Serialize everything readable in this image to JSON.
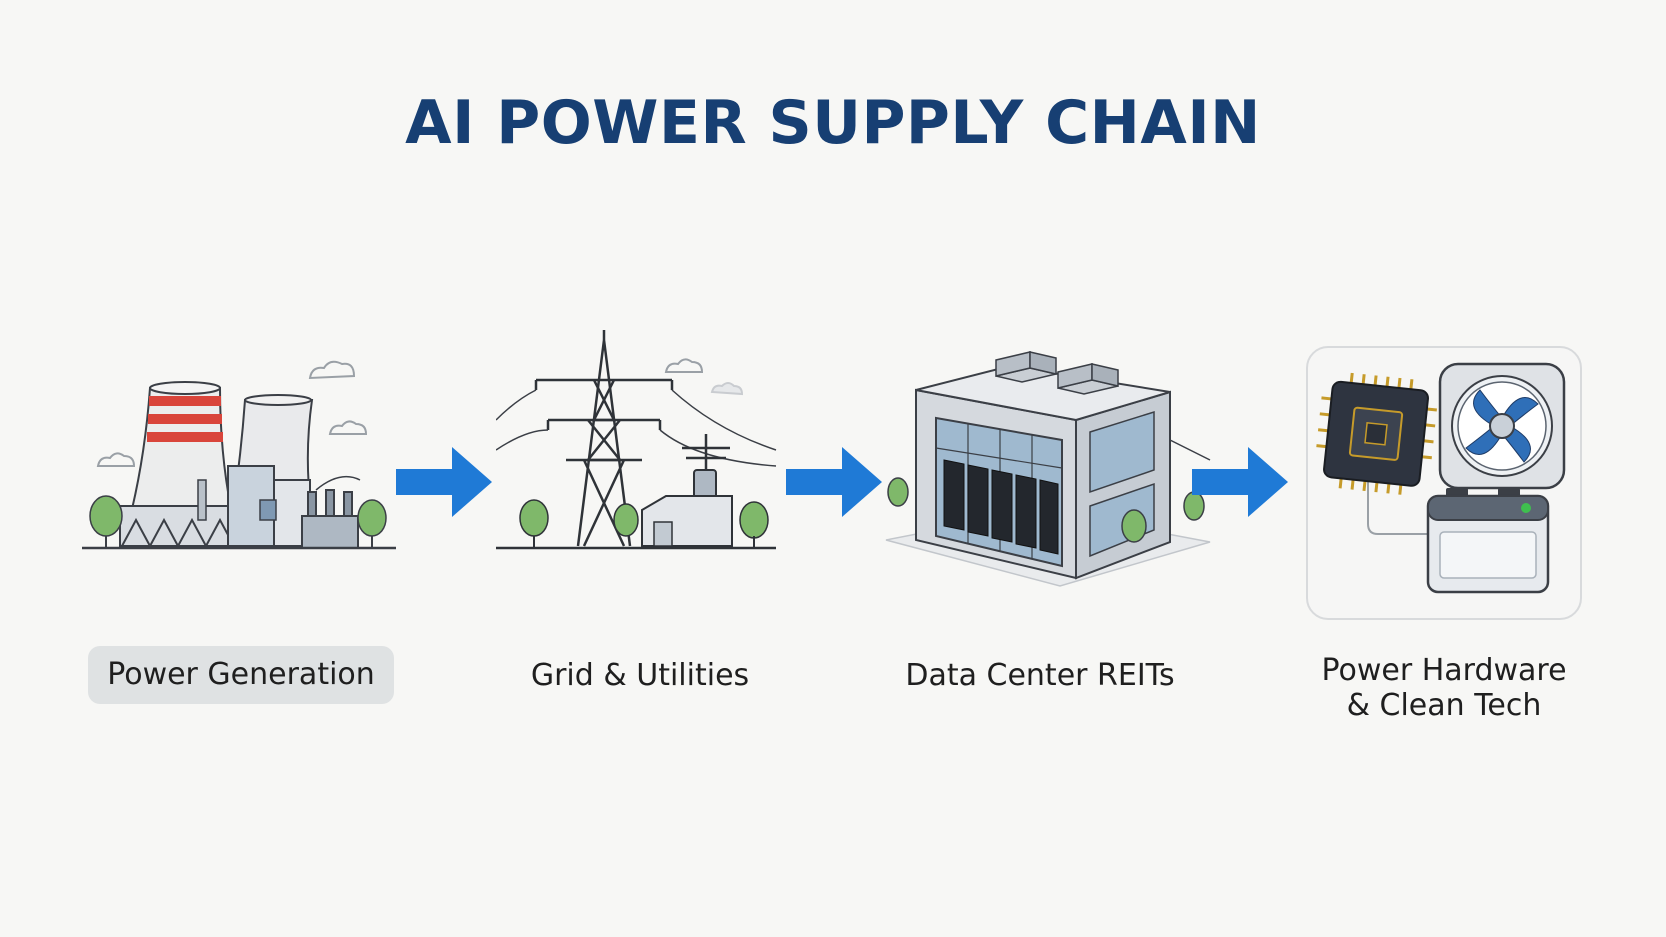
{
  "title": "AI POWER SUPPLY CHAIN",
  "stages": [
    {
      "label": "Power Generation",
      "icon": "power-plant-icon",
      "highlighted": true
    },
    {
      "label": "Grid & Utilities",
      "icon": "transmission-tower-icon",
      "highlighted": false
    },
    {
      "label": "Data Center REITs",
      "icon": "data-center-building-icon",
      "highlighted": false
    },
    {
      "label_line1": "Power Hardware",
      "label_line2": "& Clean Tech",
      "icon": "hardware-cleantech-icon",
      "highlighted": false
    }
  ],
  "colors": {
    "title": "#173f73",
    "arrow": "#1f7ad6",
    "highlight_bg": "#dfe2e3",
    "stripe": "#d9453b"
  }
}
